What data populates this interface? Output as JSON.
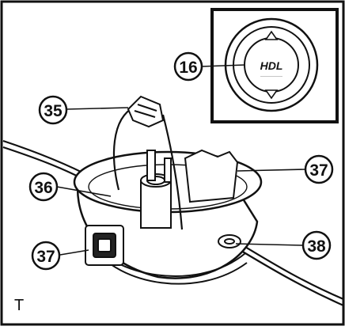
{
  "figure": {
    "panel_letter": "T",
    "logo_text": "HDL",
    "callouts": {
      "c16": "16",
      "c35": "35",
      "c36": "36",
      "c37_top": "37",
      "c37_bottom": "37",
      "c38": "38"
    }
  }
}
